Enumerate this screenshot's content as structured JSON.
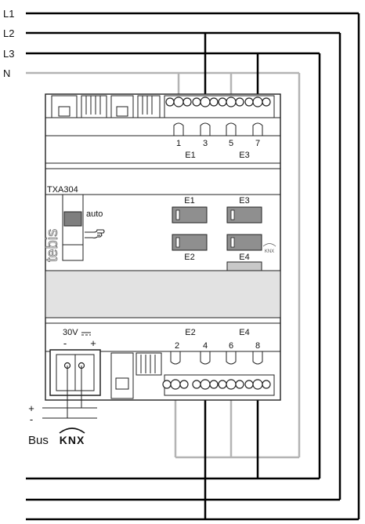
{
  "lines": {
    "l1": "L1",
    "l2": "L2",
    "l3": "L3",
    "n": "N"
  },
  "device": {
    "model": "TXA304",
    "brand": "tebis",
    "mode_label": "auto",
    "knx_badge": "KNX"
  },
  "top_terminals": {
    "numbers": [
      "1",
      "3",
      "5",
      "7"
    ],
    "groups": [
      "E1",
      "E3"
    ]
  },
  "bottom_terminals": {
    "numbers": [
      "2",
      "4",
      "6",
      "8"
    ],
    "groups": [
      "E2",
      "E4"
    ]
  },
  "channels": {
    "e1": "E1",
    "e2": "E2",
    "e3": "E3",
    "e4": "E4"
  },
  "power": {
    "voltage": "30V",
    "minus": "-",
    "plus": "+"
  },
  "bus": {
    "plus": "+",
    "minus": "-",
    "label": "Bus",
    "logo": "KNX"
  },
  "colors": {
    "phase_wire": "#000000",
    "neutral_wire": "#b4b4b4",
    "status_window": "#8f8f8f",
    "device_panel": "#e2e2e2"
  }
}
